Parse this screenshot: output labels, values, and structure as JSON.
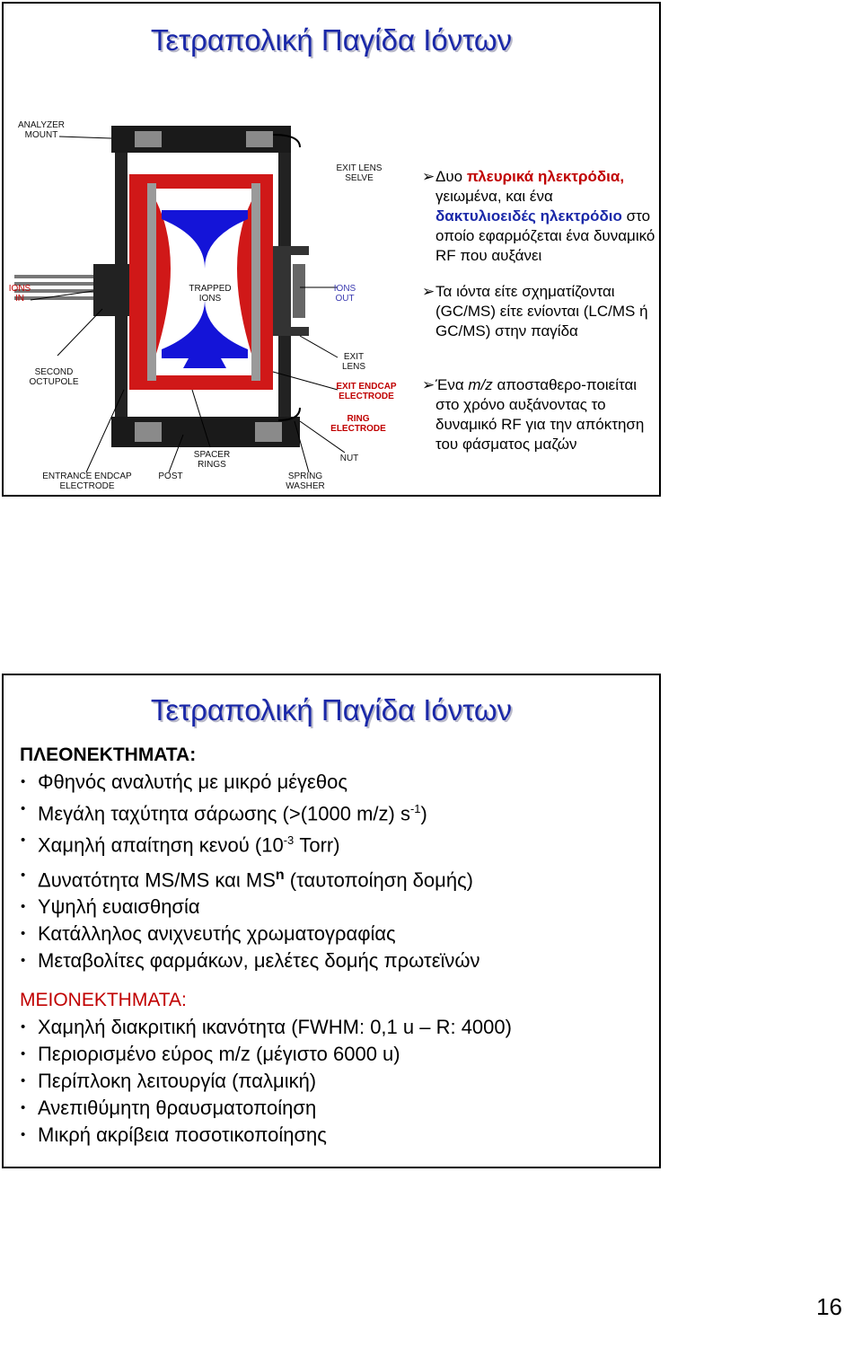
{
  "slide1": {
    "title": "Τετραπολική Παγίδα Ιόντων",
    "labels": {
      "analyzer_mount": "ANALYZER\nMOUNT",
      "exit_lens_selve": "EXIT LENS\nSELVE",
      "ions_in": "IONS\nIN",
      "trapped_ions": "TRAPPED\nIONS",
      "ions_out": "IONS\nOUT",
      "second_octupole": "SECOND\nOCTUPOLE",
      "exit_lens": "EXIT\nLENS",
      "exit_endcap": "EXIT ENDCAP\nELECTRODE",
      "ring_electrode": "RING\nELECTRODE",
      "spacer_rings": "SPACER\nRINGS",
      "nut": "NUT",
      "entrance_endcap": "ENTRANCE ENDCAP\nELECTRODE",
      "post": "POST",
      "spring_washer": "SPRING\nWASHER"
    },
    "bullet1": {
      "part1": "Δυο ",
      "highlight1": "πλευρικά ηλεκτρόδια,",
      "part2": " γειωμένα, και ένα ",
      "highlight2": "δακτυλιοειδές ηλεκτρόδιο",
      "part3": " στο οποίο εφαρμόζεται ένα δυναμικό RF που αυξάνει"
    },
    "bullet2": "Τα ιόντα είτε σχηματίζονται (GC/MS) είτε ενίονται (LC/MS ή GC/MS) στην παγίδα",
    "bullet3": {
      "part1": "Ένα ",
      "italic": "m/z",
      "part2": " αποσταθερο-ποιείται στο χρόνο αυξάνοντας το δυναμικό RF για την απόκτηση του φάσματος μαζών"
    }
  },
  "slide2": {
    "title": "Τετραπολική Παγίδα Ιόντων",
    "adv_header": "ΠΛΕΟΝΕΚΤΗΜΑΤΑ:",
    "adv1": "Φθηνός αναλυτής με μικρό μέγεθος",
    "adv2_a": "Μεγάλη ταχύτητα σάρωσης (>(1000 m/z) s",
    "adv2_sup": "-1",
    "adv2_b": ")",
    "adv3_a": "Χαμηλή απαίτηση κενού (10",
    "adv3_sup": "-3",
    "adv3_b": " Torr)",
    "adv4_a": "Δυνατότητα MS/MS και MS",
    "adv4_sup": "n",
    "adv4_b": " (ταυτοποίηση δομής)",
    "adv5": "Υψηλή ευαισθησία",
    "adv6": "Κατάλληλος ανιχνευτής χρωματογραφίας",
    "adv7": "Μεταβολίτες φαρμάκων, μελέτες δομής πρωτεϊνών",
    "dis_header": "ΜΕΙΟΝΕΚΤΗΜΑΤΑ:",
    "dis1": "Χαμηλή διακριτική ικανότητα (FWHM: 0,1 u – R: 4000)",
    "dis2": "Περιορισμένο εύρος m/z (μέγιστο 6000 u)",
    "dis3": "Περίπλοκη λειτουργία (παλμική)",
    "dis4": "Ανεπιθύμητη θραυσματοποίηση",
    "dis5": "Μικρή ακρίβεια ποσοτικοποίησης"
  },
  "page_number": "16"
}
